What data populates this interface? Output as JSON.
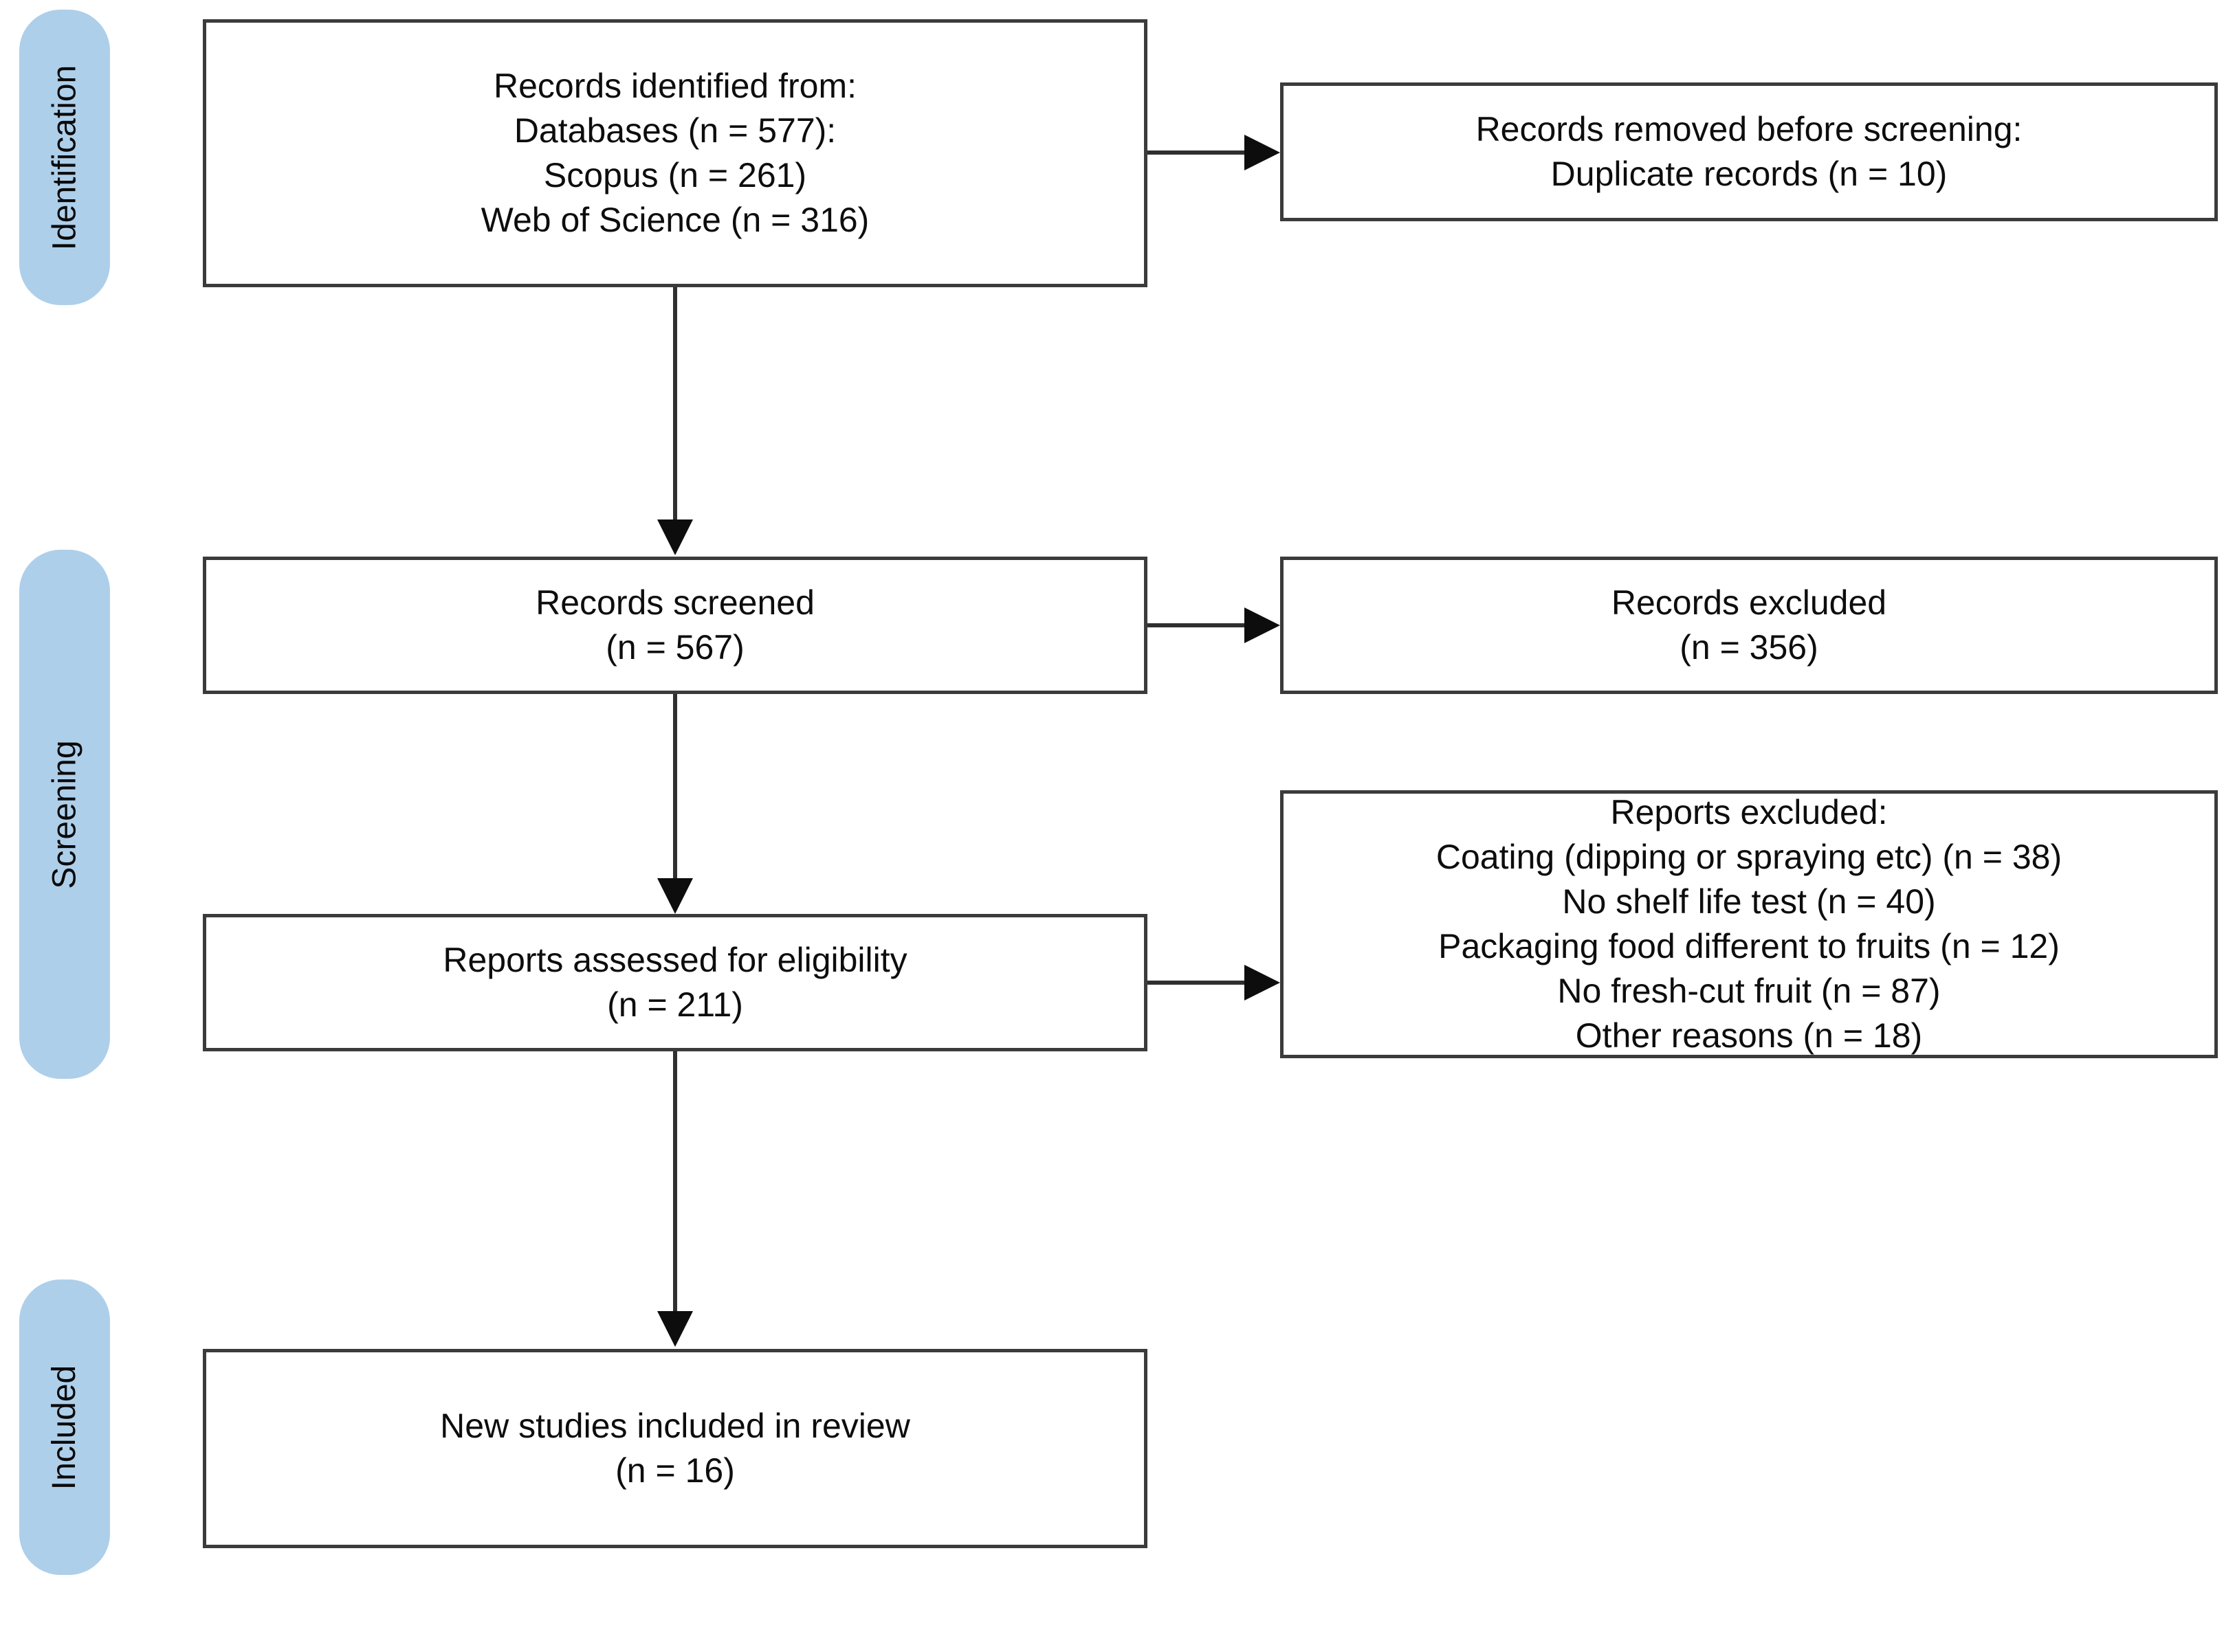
{
  "diagram": {
    "title": "PRISMA 2020 flow diagram",
    "accent_color": "#AECFEA",
    "line_color": "#2f2f2f",
    "text_color": "#0d0d0d",
    "background_color": "#ffffff"
  },
  "stages": [
    {
      "id": "identification",
      "label": "Identification"
    },
    {
      "id": "screening",
      "label": "Screening"
    },
    {
      "id": "included",
      "label": "Included"
    }
  ],
  "boxes": {
    "records_identified": {
      "id": "records-identified",
      "lines": [
        "Records identified from:",
        "Databases (n = 577):",
        "Scopus (n = 261)",
        "Web of Science (n = 316)"
      ]
    },
    "records_removed": {
      "id": "records-removed",
      "lines": [
        "Records removed before screening:",
        "Duplicate records (n = 10)"
      ]
    },
    "records_screened": {
      "id": "records-screened",
      "lines": [
        "Records screened",
        "(n = 567)"
      ]
    },
    "records_excluded": {
      "id": "records-excluded",
      "lines": [
        "Records excluded",
        "(n = 356)"
      ]
    },
    "reports_assessed": {
      "id": "reports-assessed",
      "lines": [
        "Reports assessed for eligibility",
        "(n = 211)"
      ]
    },
    "reports_excluded": {
      "id": "reports-excluded",
      "lines": [
        "Reports excluded:",
        "Coating (dipping or spraying etc) (n = 38)",
        "No shelf life test (n = 40)",
        "Packaging food different to fruits (n = 12)",
        "No fresh-cut fruit (n = 87)",
        "Other reasons (n = 18)"
      ]
    },
    "studies_included": {
      "id": "studies-included",
      "lines": [
        "New studies included in review",
        "(n = 16)"
      ]
    }
  },
  "chart_data": {
    "type": "table",
    "title": "PRISMA 2020 flow diagram",
    "nodes": [
      {
        "stage": "Identification",
        "label": "Records identified from: Databases",
        "n": 577
      },
      {
        "stage": "Identification",
        "label": "Scopus",
        "n": 261
      },
      {
        "stage": "Identification",
        "label": "Web of Science",
        "n": 316
      },
      {
        "stage": "Identification",
        "label": "Records removed before screening: Duplicate records",
        "n": 10
      },
      {
        "stage": "Screening",
        "label": "Records screened",
        "n": 567
      },
      {
        "stage": "Screening",
        "label": "Records excluded",
        "n": 356
      },
      {
        "stage": "Screening",
        "label": "Reports assessed for eligibility",
        "n": 211
      },
      {
        "stage": "Screening",
        "label": "Reports excluded: Coating (dipping or spraying etc)",
        "n": 38
      },
      {
        "stage": "Screening",
        "label": "Reports excluded: No shelf life test",
        "n": 40
      },
      {
        "stage": "Screening",
        "label": "Reports excluded: Packaging food different to fruits",
        "n": 12
      },
      {
        "stage": "Screening",
        "label": "Reports excluded: No fresh-cut fruit",
        "n": 87
      },
      {
        "stage": "Screening",
        "label": "Reports excluded: Other reasons",
        "n": 18
      },
      {
        "stage": "Included",
        "label": "New studies included in review",
        "n": 16
      }
    ],
    "edges": [
      {
        "from": "Records identified from: Databases",
        "to": "Records removed before screening"
      },
      {
        "from": "Records identified from: Databases",
        "to": "Records screened"
      },
      {
        "from": "Records screened",
        "to": "Records excluded"
      },
      {
        "from": "Records screened",
        "to": "Reports assessed for eligibility"
      },
      {
        "from": "Reports assessed for eligibility",
        "to": "Reports excluded"
      },
      {
        "from": "Reports assessed for eligibility",
        "to": "New studies included in review"
      }
    ]
  }
}
